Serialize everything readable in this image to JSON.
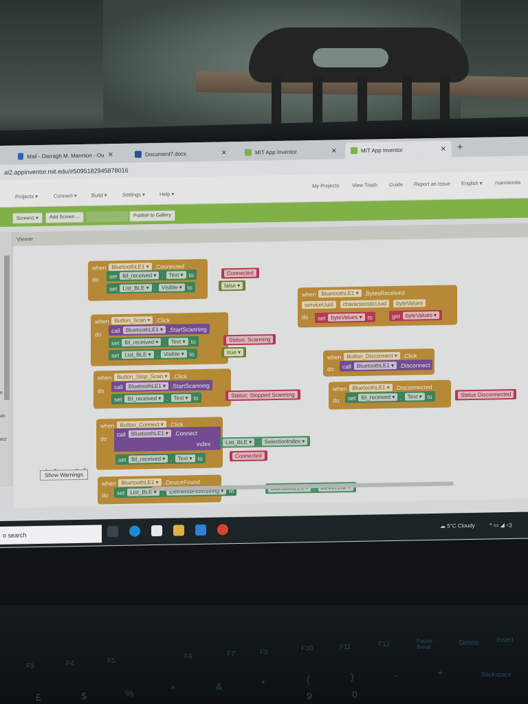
{
  "browser": {
    "tabs": [
      {
        "label": "Mail - Darragh M. Mannion - Ou",
        "color": "#2f6fbf"
      },
      {
        "label": "Document7.docx",
        "color": "#2b5797"
      },
      {
        "label": "MIT App Inventor",
        "color": "#8bc34a"
      },
      {
        "label": "MIT App Inventor",
        "color": "#8bc34a"
      }
    ],
    "new_tab": "+",
    "url": "ai2.appinventor.mit.edu/#5095182945878016"
  },
  "menu": {
    "left": [
      "Projects ▾",
      "Connect ▾",
      "Build ▾",
      "Settings ▾",
      "Help ▾"
    ],
    "right": [
      "My Projects",
      "View Trash",
      "Guide",
      "Report an Issue",
      "English ▾",
      "mannionda"
    ]
  },
  "toolbar": {
    "screen": "Screen1 ▾",
    "add": "Add Screen ...",
    "remove": "Remove Screen",
    "publish": "Publish to Gallery"
  },
  "viewer": {
    "title": "Viewer"
  },
  "blocks": {
    "connected": {
      "when": "when",
      "comp": "BluetoothLE1 ▾",
      "event": ".Connected",
      "do": "do",
      "r1": [
        "set",
        "lbl_received ▾",
        ".",
        "Text ▾",
        "to",
        "Connected"
      ],
      "r2": [
        "set",
        "List_BLE ▾",
        ".",
        "Visible ▾",
        "to",
        "false ▾"
      ]
    },
    "bytes": {
      "when": "when",
      "comp": "BluetoothLE1 ▾",
      "event": ".BytesReceived",
      "p1": "serviceUuid",
      "p2": "characteristicUuid",
      "p3": "byteValues",
      "do": "do",
      "r1": [
        "set",
        "byteValues ▾",
        "to",
        "get",
        "byteValues ▾"
      ]
    },
    "scan": {
      "when": "when",
      "comp": "Button_Scan ▾",
      "event": ".Click",
      "do": "do",
      "r1": [
        "call",
        "BluetoothLE1 ▾",
        ".StartScanning"
      ],
      "r2": [
        "set",
        "lbl_received ▾",
        ".",
        "Text ▾",
        "to",
        "Status: Scanning"
      ],
      "r3": [
        "set",
        "List_BLE ▾",
        ".",
        "Visible ▾",
        "to",
        "true ▾"
      ]
    },
    "disconnect": {
      "when": "when",
      "comp": "Button_Disconnect ▾",
      "event": ".Click",
      "do": "do",
      "r1": [
        "call",
        "BluetoothLE1 ▾",
        ".Disconnect"
      ]
    },
    "stop": {
      "when": "when",
      "comp": "Button_Stop_Scan ▾",
      "event": ".Click",
      "do": "do",
      "r1": [
        "call",
        "BluetoothLE1 ▾",
        ".StartScanning"
      ],
      "r2": [
        "set",
        "lbl_received ▾",
        ".",
        "Text ▾",
        "to",
        "Status: Stopped Scanning"
      ]
    },
    "disconnected": {
      "when": "when",
      "comp": "BluetoothLE1 ▾",
      "event": ".Disconnected",
      "do": "do",
      "r1": [
        "set",
        "lbl_received ▾",
        ".",
        "Text ▾",
        "to",
        "Status Disconnected"
      ]
    },
    "connect": {
      "when": "when",
      "comp": "Button_Connect ▾",
      "event": ".Click",
      "do": "do",
      "r1": [
        "call",
        "BluetoothLE1 ▾",
        ".Connect"
      ],
      "index": "index",
      "idx": [
        "List_BLE ▾",
        ".",
        "SelectionIndex ▾"
      ],
      "r2": [
        "set",
        "lbl_received ▾",
        ".",
        "Text ▾",
        "to",
        "Connected"
      ]
    },
    "found": {
      "when": "when",
      "comp": "BluetoothLE1 ▾",
      "event": ".DeviceFound",
      "do": "do",
      "r1": [
        "set",
        "List_BLE ▾",
        ".",
        "ElementsFromString ▾",
        "to",
        "BluetoothLE1 ▾",
        ".",
        "DeviceList ▾"
      ]
    }
  },
  "warnings": {
    "warn_count": "0",
    "error_count": "0",
    "button": "Show Warnings"
  },
  "left_panel": {
    "labels": [
      "e",
      "an",
      "ect"
    ]
  },
  "taskbar": {
    "search": "o search",
    "weather": "5°C  Cloudy"
  },
  "keyboard": [
    "F3",
    "F4",
    "F5",
    "F6",
    "F7",
    "F9",
    "F10",
    "F11",
    "F12",
    "Pause Break",
    "Delete",
    "Insert",
    "£",
    "$",
    "%",
    "^",
    "&",
    "*",
    "(",
    ")",
    "9",
    "0",
    "-",
    "+",
    "Backspace"
  ]
}
